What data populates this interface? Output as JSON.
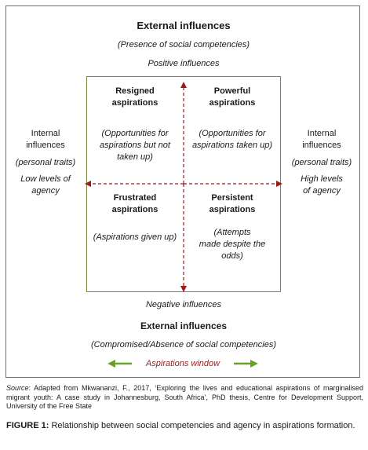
{
  "top": {
    "title": "External influences",
    "subtitle": "(Presence of social competencies)",
    "positive": "Positive influences"
  },
  "left": {
    "title_line1": "Internal",
    "title_line2": "influences",
    "traits": "(personal traits)",
    "agency_line1": "Low levels of",
    "agency_line2": "agency"
  },
  "right": {
    "title_line1": "Internal",
    "title_line2": "influences",
    "traits": "(personal traits)",
    "agency_line1": "High levels",
    "agency_line2": "of agency"
  },
  "quadrants": {
    "tl": {
      "title1": "Resigned",
      "title2": "aspirations",
      "desc1": "(Opportunities for",
      "desc2": "aspirations but not",
      "desc3": "taken up)"
    },
    "tr": {
      "title1": "Powerful",
      "title2": "aspirations",
      "desc1": "(Opportunities for",
      "desc2": "aspirations taken up)"
    },
    "bl": {
      "title1": "Frustrated",
      "title2": "aspirations",
      "desc1": "(Aspirations given up)"
    },
    "br": {
      "title1": "Persistent",
      "title2": "aspirations",
      "desc1": "(Attempts",
      "desc2": "made despite the",
      "desc3": "odds)"
    }
  },
  "bottom": {
    "negative": "Negative influences",
    "title": "External influences",
    "subtitle": "(Compromised/Absence of social competencies)",
    "window": "Aspirations window"
  },
  "source": {
    "label": "Source",
    "text": ": Adapted from Mkwananzi, F., 2017, ‘Exploring the lives and educational aspirations of marginalised migrant youth: A case study in Johannesburg, South Africa’, PhD thesis, Centre for Development Support, University of the Free State"
  },
  "caption": {
    "label": "FIGURE 1:",
    "text": " Relationship between social competencies and agency in aspirations formation."
  },
  "colors": {
    "arrow": "#9b1b1b",
    "window_arrow": "#6aa02a",
    "box": "#7a8a3a"
  }
}
